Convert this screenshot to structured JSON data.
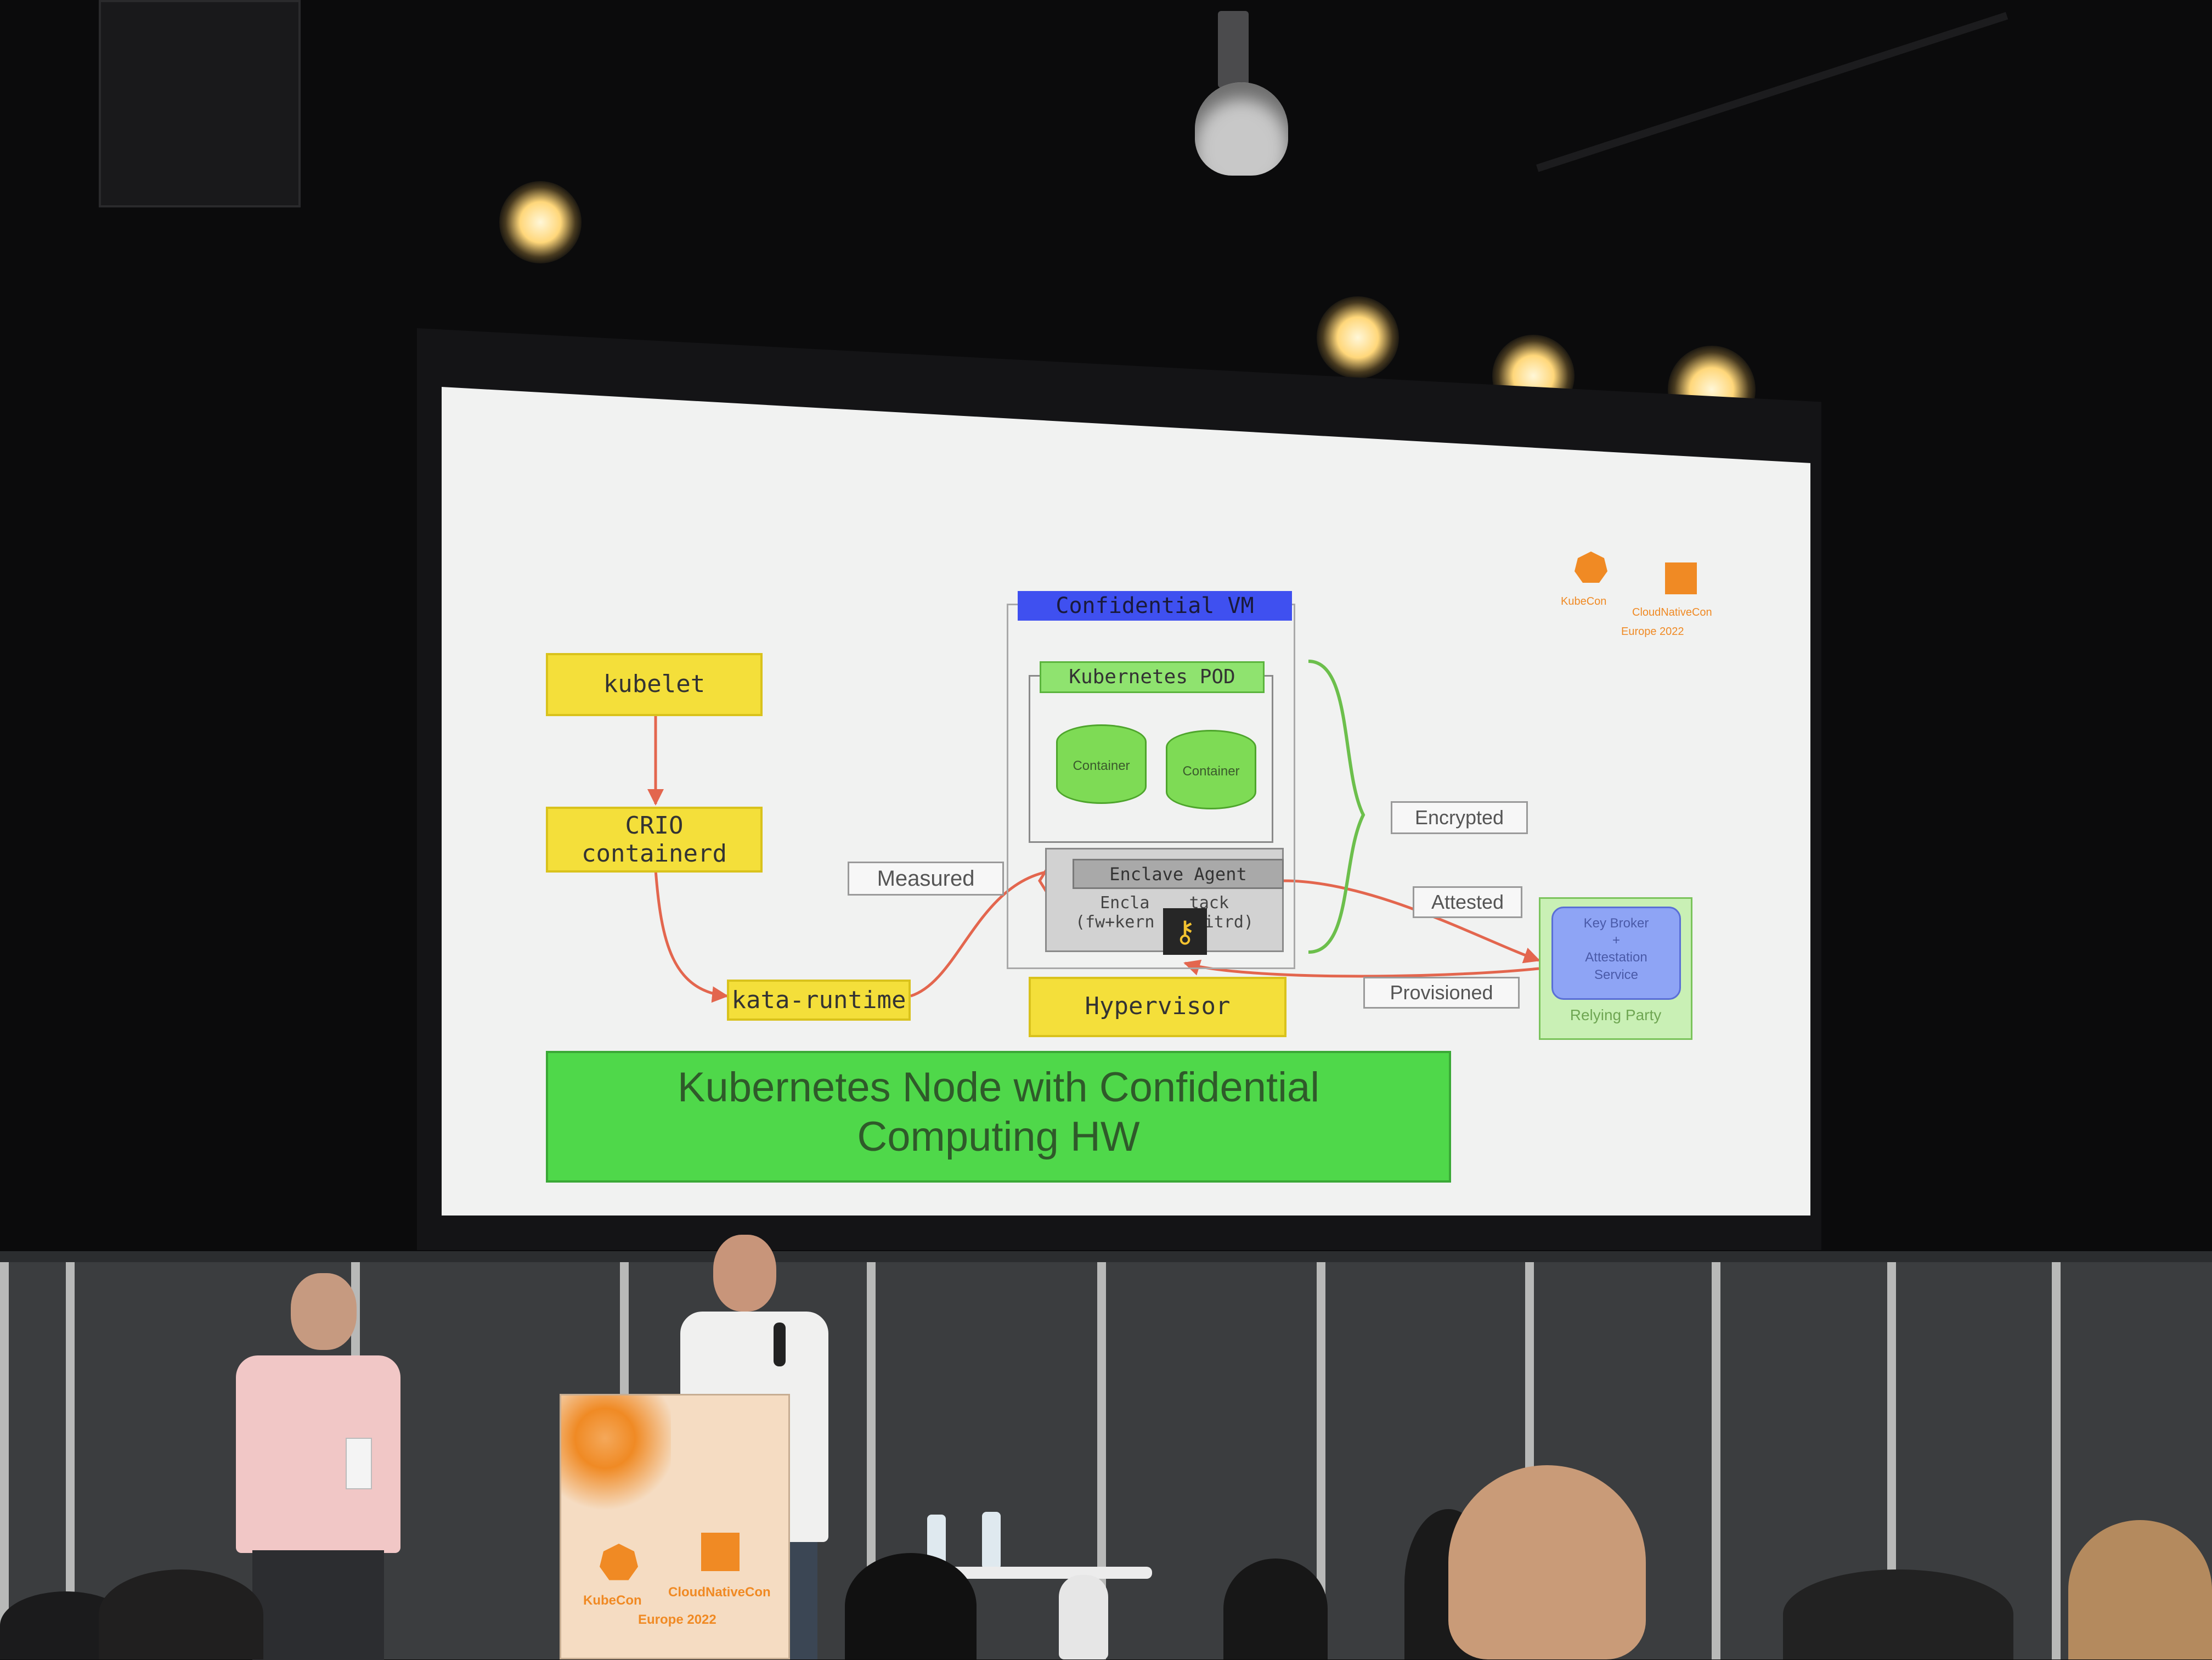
{
  "event_logo": {
    "kubecon": "KubeCon",
    "cloudnativecon": "CloudNativeCon",
    "edition": "Europe 2022"
  },
  "slide": {
    "diagram": {
      "confidential_vm": "Confidential VM",
      "kubelet": "kubelet",
      "crio": "CRIO",
      "containerd": "containerd",
      "kata_runtime": "kata-runtime",
      "kubernetes_pod": "Kubernetes POD",
      "container_1": "Container",
      "container_2": "Container",
      "enclave_agent": "Enclave Agent",
      "enclave_stack_line1": "Encla    tack",
      "enclave_stack_line2": "(fw+kern    nitrd)",
      "hypervisor": "Hypervisor",
      "measured": "Measured",
      "encrypted": "Encrypted",
      "attested": "Attested",
      "provisioned": "Provisioned",
      "key_broker_line1": "Key Broker",
      "key_broker_line2": "+",
      "key_broker_line3": "Attestation",
      "key_broker_line4": "Service",
      "relying_party": "Relying Party"
    },
    "banner_line1": "Kubernetes Node with Confidential",
    "banner_line2": "Computing HW"
  },
  "podium": {
    "kubecon": "KubeCon",
    "cloudnativecon": "CloudNativeCon",
    "edition": "Europe 2022"
  },
  "colors": {
    "slide_bg": "#f1f2f1",
    "yellow": "#f4df3a",
    "green": "#8fe36f",
    "banner_green": "#4fd84a",
    "vm_blue": "#3f50f0",
    "arrow_red": "#e3664e",
    "brace_green": "#6cbf4c",
    "kubecon_orange": "#f08a24"
  }
}
